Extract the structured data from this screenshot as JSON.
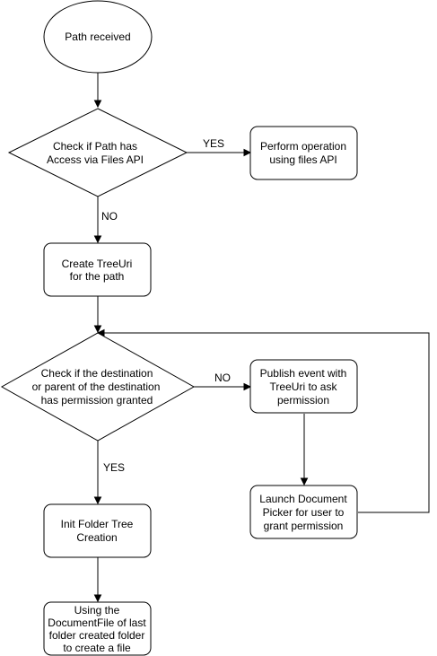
{
  "nodes": {
    "start": {
      "lines": [
        "Path received"
      ]
    },
    "check_access": {
      "lines": [
        "Check if Path has",
        "Access via Files API"
      ]
    },
    "perform_op": {
      "lines": [
        "Perform operation",
        "using files API"
      ]
    },
    "create_treeuri": {
      "lines": [
        "Create TreeUri",
        "for the path"
      ]
    },
    "check_permission": {
      "lines": [
        "Check if the destination",
        "or parent of the destination",
        "has permission granted"
      ]
    },
    "publish_event": {
      "lines": [
        "Publish event with",
        "TreeUri to ask",
        "permission"
      ]
    },
    "launch_picker": {
      "lines": [
        "Launch Document",
        "Picker for user to",
        "grant permission"
      ]
    },
    "init_tree": {
      "lines": [
        "Init Folder Tree",
        "Creation"
      ]
    },
    "create_file": {
      "lines": [
        "Using the",
        "DocumentFile of last",
        "folder created folder",
        "to create a file"
      ]
    }
  },
  "edge_labels": {
    "access_yes": "YES",
    "access_no": "NO",
    "permission_no": "NO",
    "permission_yes": "YES"
  }
}
